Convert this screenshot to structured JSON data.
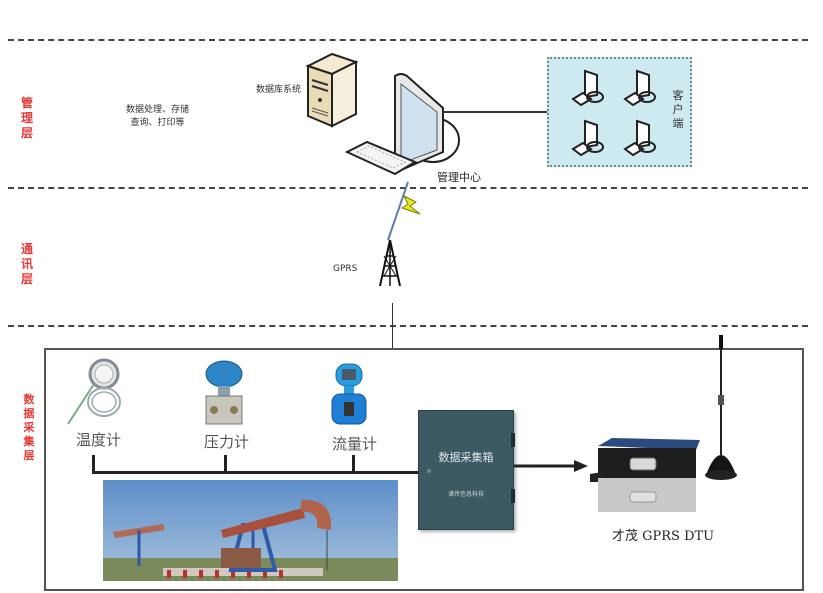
{
  "layers": {
    "management": {
      "label": "管理层"
    },
    "communication": {
      "label": "通讯层"
    },
    "collection": {
      "label": "数据采集层"
    }
  },
  "management": {
    "database_label": "数据库系统",
    "processing_line1": "数据处理、存储",
    "processing_line2": "查询、打印等",
    "center_label": "管理中心",
    "client_label": "客户端",
    "client_count": 4
  },
  "communication": {
    "gprs_label": "GPRS"
  },
  "collection": {
    "sensors": [
      {
        "label": "温度计",
        "icon": "thermometer-gauge-icon"
      },
      {
        "label": "压力计",
        "icon": "pressure-transmitter-icon"
      },
      {
        "label": "流量计",
        "icon": "flowmeter-icon"
      }
    ],
    "box_title": "数据采集箱",
    "box_subtitle": "诸传信息科技",
    "dtu_label": "才茂 GPRS DTU",
    "photo_subject": "oil-pumpjack-photo"
  },
  "colors": {
    "layer_label": "#e53935",
    "client_bg": "#cdeaf0",
    "box": "#3c5a62",
    "sky": "#6f98c8",
    "lightning": "#e8e81a"
  }
}
